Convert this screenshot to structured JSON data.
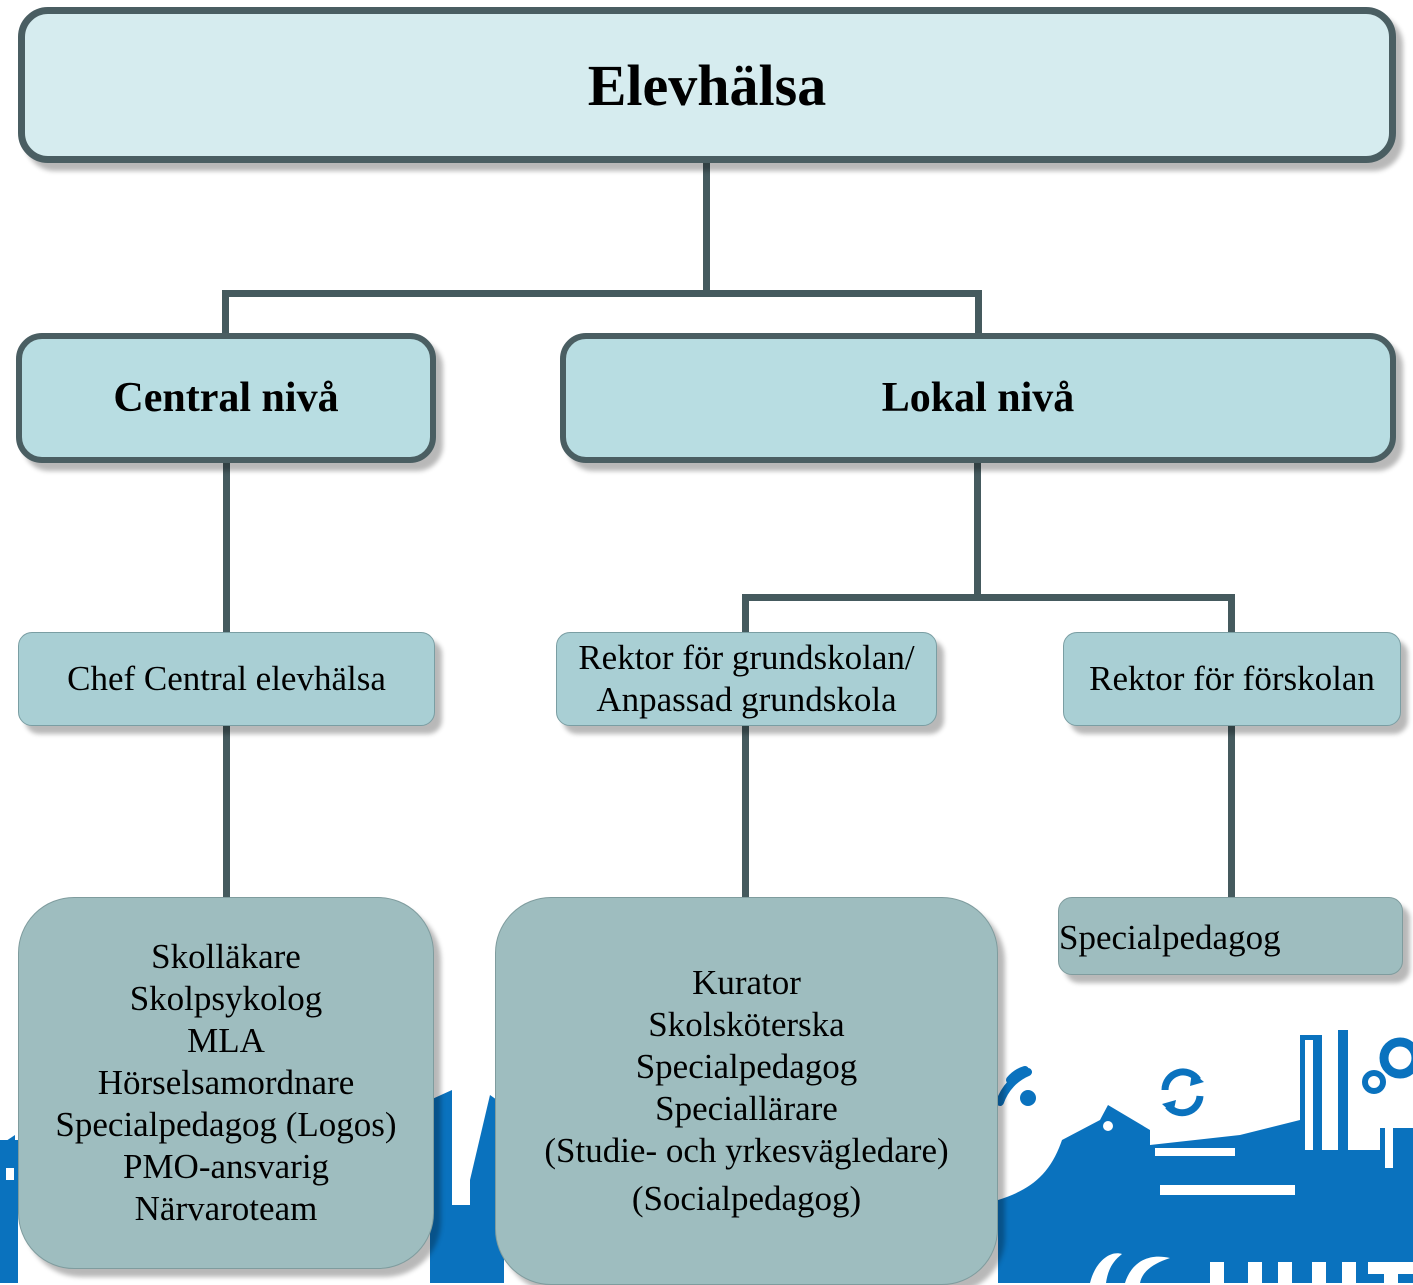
{
  "diagram": {
    "root": {
      "title": "Elevhälsa"
    },
    "central": {
      "title": "Central nivå",
      "head": "Chef Central elevhälsa",
      "staff": [
        "Skolläkare",
        "Skolpsykolog",
        "MLA",
        "Hörselsamordnare",
        "Specialpedagog (Logos)",
        "PMO-ansvarig",
        "Närvaroteam"
      ]
    },
    "lokal": {
      "title": "Lokal nivå",
      "grundskola": {
        "head_line1": "Rektor för grundskolan/",
        "head_line2": "Anpassad grundskola",
        "staff": [
          "Kurator",
          "Skolsköterska",
          "Specialpedagog",
          "Speciallärare",
          "(Studie- och yrkesvägledare)",
          "(Socialpedagog)"
        ]
      },
      "forskola": {
        "head": "Rektor för förskolan",
        "staff": [
          "Specialpedagog"
        ]
      }
    }
  },
  "colors": {
    "root_fill": "#d6ecef",
    "level_fill": "#b8dde2",
    "head_fill": "#a9cfd4",
    "staff_fill": "#9ebdbf",
    "connector": "#455a5e",
    "background_brand": "#0a72be"
  },
  "background": {
    "logo_text": "HYLTE"
  }
}
